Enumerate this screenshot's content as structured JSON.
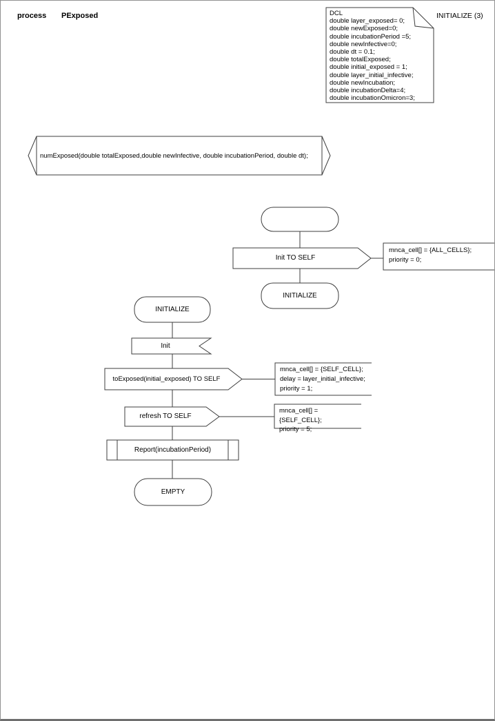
{
  "header": {
    "kind_label": "process",
    "process_name": "PExposed",
    "page_label": "INITIALIZE (3)"
  },
  "colors": {
    "stroke": "#3d3d3d",
    "page_border": "#919191",
    "background": "#ffffff",
    "text": "#000000"
  },
  "dcl": {
    "lines": [
      "DCL",
      "double layer_exposed= 0;",
      "double newExposed=0;",
      "double incubationPeriod =5;",
      "double newInfective=0;",
      "double dt = 0.1;",
      "double totalExposed;",
      "double initial_exposed = 1;",
      "double layer_initial_infective;",
      "double newIncubation;",
      "double incubationDelta=4;",
      "double incubationOmicron=3;"
    ]
  },
  "declaration": {
    "text": "numExposed(double totalExposed,double newInfective, double incubationPeriod, double dt);"
  },
  "flow_right": {
    "output_init": {
      "label": "Init TO SELF"
    },
    "comment_init": {
      "lines": [
        "mnca_cell[] = {ALL_CELLS};",
        "priority = 0;"
      ]
    },
    "state_initialize": {
      "label": "INITIALIZE"
    }
  },
  "flow_left": {
    "state_initialize": {
      "label": "INITIALIZE"
    },
    "input_init": {
      "label": "Init"
    },
    "output_toexposed": {
      "label": "toExposed(initial_exposed) TO SELF"
    },
    "comment_toexposed": {
      "lines": [
        "mnca_cell[] = {SELF_CELL};",
        "delay = layer_initial_infective;",
        "priority = 1;"
      ]
    },
    "output_refresh": {
      "label": "refresh TO SELF"
    },
    "comment_refresh": {
      "lines": [
        "mnca_cell[] = {SELF_CELL};",
        "priority = 5;"
      ]
    },
    "procedure_report": {
      "label": "Report(incubationPeriod)"
    },
    "state_empty": {
      "label": "EMPTY"
    }
  }
}
